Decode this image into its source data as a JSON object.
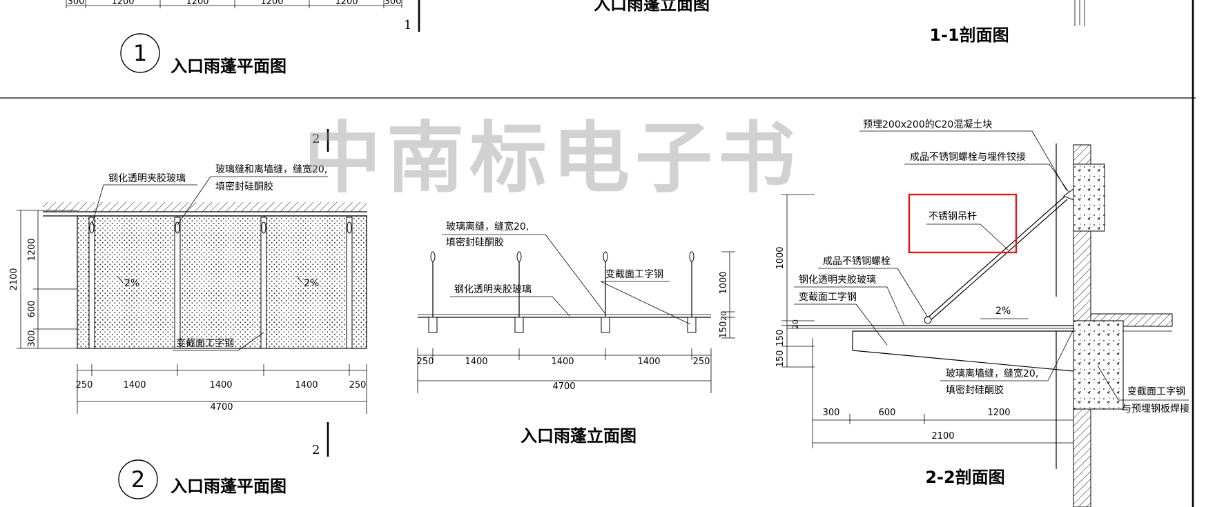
{
  "top_section": {
    "dims": [
      "300",
      "1200",
      "1200",
      "1200",
      "1200",
      "300"
    ],
    "section_mark": "1",
    "plan_no": "1",
    "plan_title": "入口雨蓬平面图",
    "elev_title": "入口雨蓬立面图",
    "section_title": "1-1剖面图"
  },
  "plan2": {
    "no": "2",
    "title": "入口雨蓬平面图",
    "mark_top": "2",
    "mark_bottom": "2",
    "labels": {
      "glass": "钢化透明夹胶玻璃",
      "joint_l1": "玻璃缝和离墙缝，缝宽20,",
      "joint_l2": "填密封硅酮胶",
      "ibeam": "变截面工字钢",
      "slope_a": "2%",
      "slope_b": "2%"
    },
    "dims_x": [
      "250",
      "1400",
      "1400",
      "1400",
      "250"
    ],
    "total_x": "4700",
    "dims_y": [
      "1200",
      "600",
      "300"
    ],
    "total_y": "2100"
  },
  "elevation": {
    "title": "入口雨蓬立面图",
    "labels": {
      "joint_l1": "玻璃离缝，缝宽20,",
      "joint_l2": "填密封硅酮胶",
      "glass": "钢化透明夹胶玻璃",
      "ibeam": "变截面工字钢"
    },
    "dims_x": [
      "250",
      "1400",
      "1400",
      "1400",
      "250"
    ],
    "total_x": "4700",
    "dims_y": [
      "1000",
      "20",
      "150"
    ]
  },
  "section22": {
    "title": "2-2剖面图",
    "labels": {
      "embed": "预埋200x200的C20混凝土块",
      "bolt_hinge": "成品不锈钢螺栓与埋件铰接",
      "rod": "不锈钢吊杆",
      "bolt": "成品不锈钢螺栓",
      "glass": "钢化透明夹胶玻璃",
      "ibeam": "变截面工字钢",
      "slope": "2%",
      "joint_l1": "玻璃离墙缝，缝宽20,",
      "joint_l2": "填密封硅酮胶",
      "weld_l1": "变截面工字钢",
      "weld_l2": "与预埋钢板焊接"
    },
    "dims_x": [
      "300",
      "600",
      "1200"
    ],
    "total_x": "2100",
    "dims_y": [
      "1000",
      "20",
      "150",
      "150"
    ]
  },
  "watermark": "中南标电子书",
  "highlight_color": "#e8141c"
}
